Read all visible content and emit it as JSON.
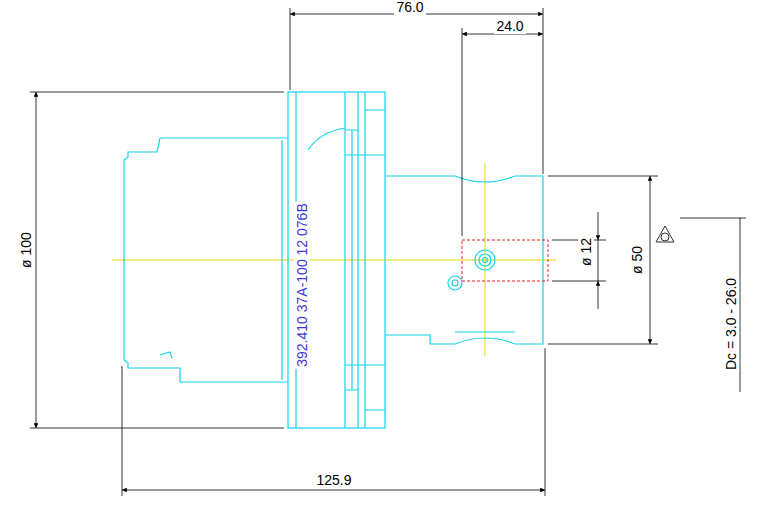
{
  "diagram": {
    "labels": [
      "76.0",
      "24.0",
      "ø 100",
      "392.410 37A-100 12 076B",
      "ø 12",
      "ø 50",
      "Dc = 3.0 - 26.0",
      "125.9"
    ]
  }
}
